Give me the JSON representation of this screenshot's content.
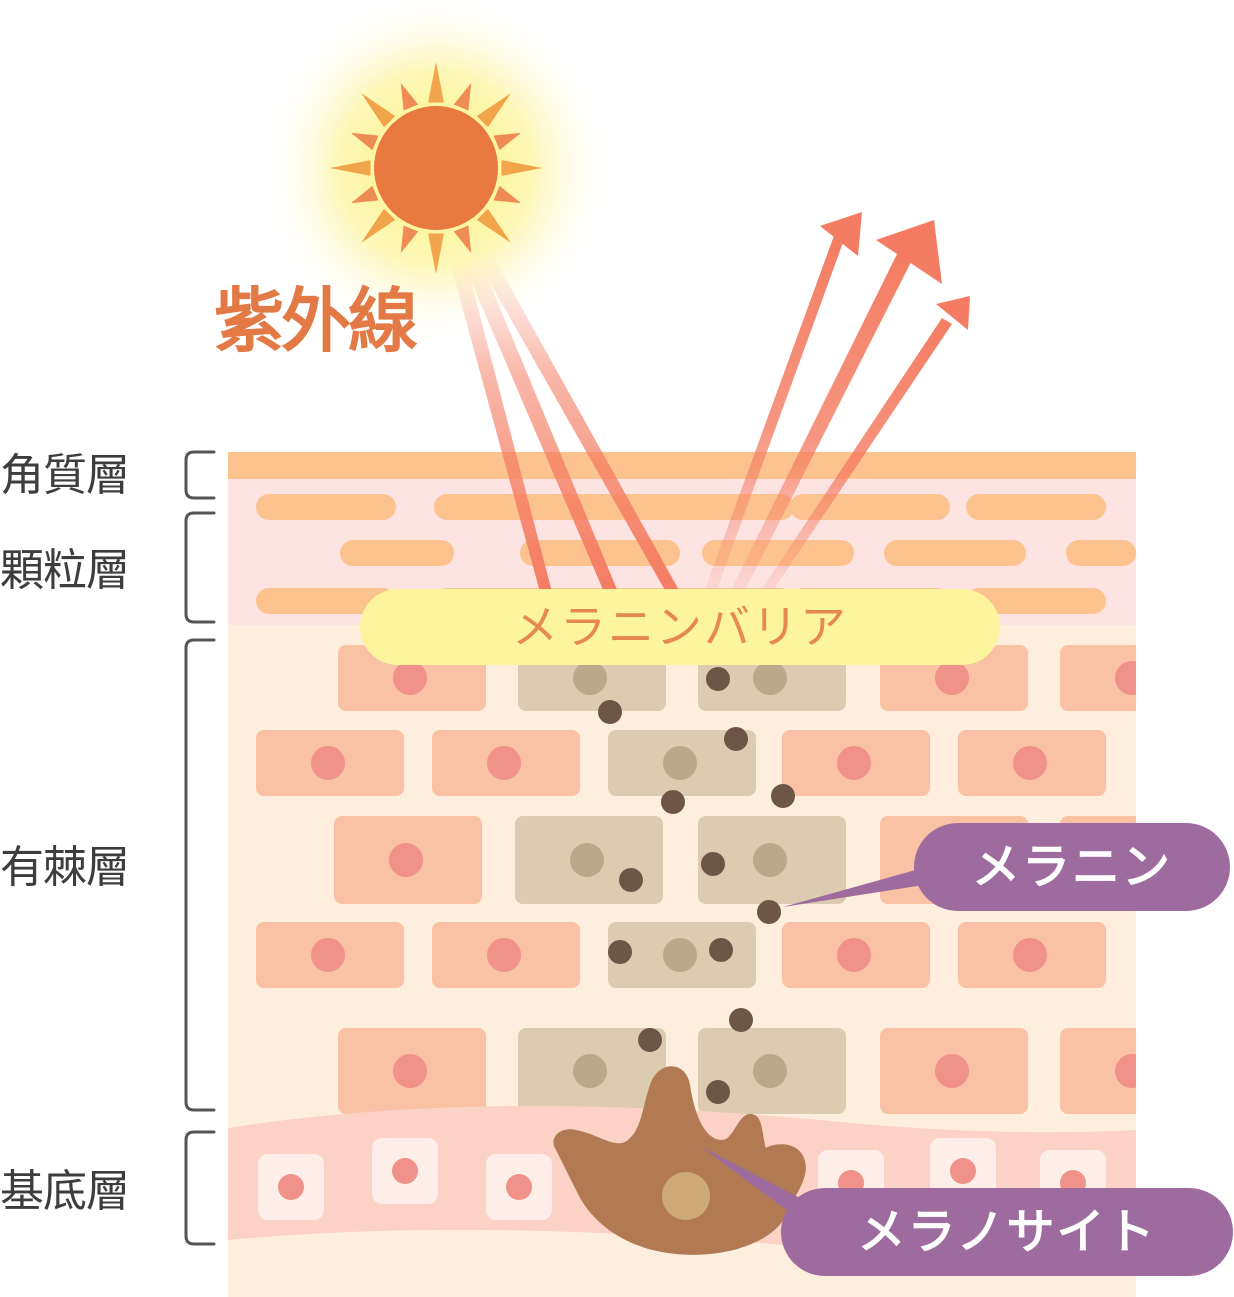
{
  "title": "",
  "uv_label": "紫外線",
  "barrier_label": "メラニンバリア",
  "layers": [
    {
      "key": "stratum-corneum",
      "label": "角質層"
    },
    {
      "key": "stratum-granulosum",
      "label": "顆粒層"
    },
    {
      "key": "stratum-spinosum",
      "label": "有棘層"
    },
    {
      "key": "stratum-basale",
      "label": "基底層"
    }
  ],
  "callouts": {
    "melanin": "メラニン",
    "melanocyte": "メラノサイト"
  },
  "colors": {
    "sun": "#e87a3f",
    "sun_ray": "#f2a44a",
    "sun_glow": "#fdf4a3",
    "uv_beam": "#f47c62",
    "corneum": "#fcc38f",
    "granulosum_bg": "#fde3e2",
    "spinosum_bg": "#fdeedd",
    "cell": "#f9c2a5",
    "nucleus": "#f0918a",
    "melanin_cell": "#dccbb0",
    "melanin_nucleus": "#bca78a",
    "melanin_granule": "#6d5646",
    "melanocyte": "#b17a53",
    "basal_bg": "#fbd2c5",
    "barrier_pill": "#fdf59e",
    "callout_pill": "#9d6b9e",
    "bracket": "#555555"
  }
}
